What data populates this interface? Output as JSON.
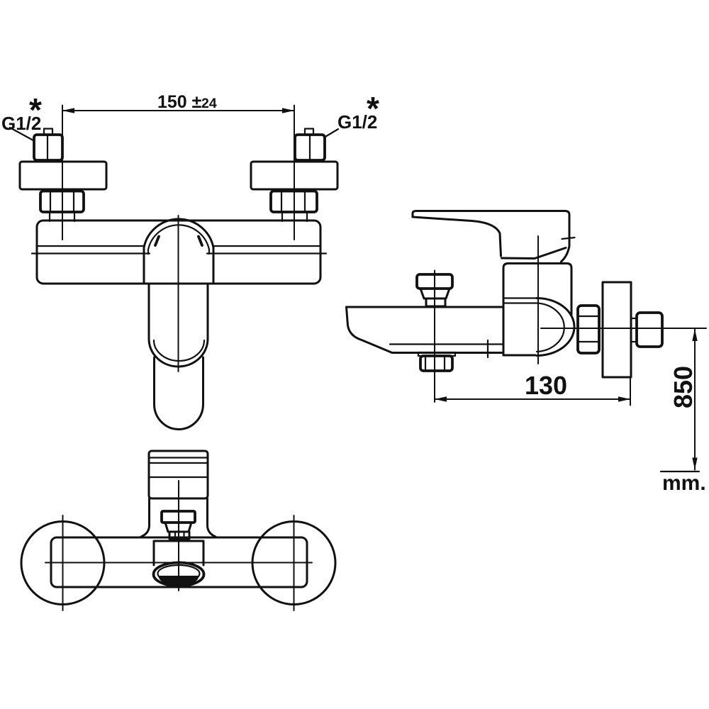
{
  "drawing": {
    "type": "technical-dimensional-drawing",
    "colors": {
      "line": "#111111",
      "background": "#ffffff"
    },
    "labels": {
      "inlet_left": "G1/2",
      "inlet_left_note": "*",
      "inlet_right": "G1/2",
      "inlet_right_note": "*"
    },
    "dimensions": {
      "inlet_spacing_value": "150 ±",
      "inlet_spacing_tolerance": "24",
      "spout_to_wall": "130",
      "mounting_height": "850",
      "unit": "mm."
    }
  }
}
